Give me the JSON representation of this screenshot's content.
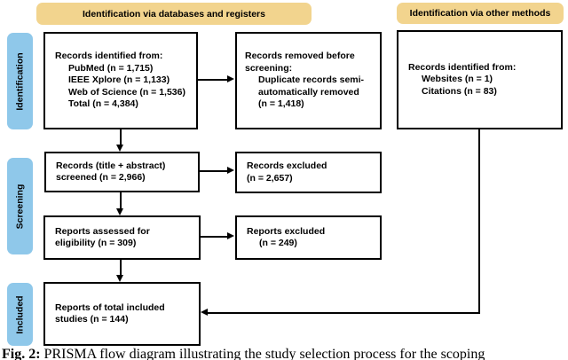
{
  "headers": {
    "databases_registers": "Identification via databases and registers",
    "other_methods": "Identification via other methods"
  },
  "stages": {
    "identification": "Identification",
    "screening": "Screening",
    "included": "Included"
  },
  "boxes": {
    "records_identified_db": {
      "lines": [
        "Records identified from:",
        "PubMed (n = 1,715)",
        "IEEE Xplore (n = 1,133)",
        "Web of Science (n = 1,536)",
        "Total (n = 4,384)"
      ]
    },
    "records_removed": {
      "lines": [
        "Records removed before",
        "screening:",
        "Duplicate records semi-",
        "automatically removed",
        "(n = 1,418)"
      ]
    },
    "records_identified_other": {
      "lines": [
        "Records identified from:",
        "Websites (n = 1)",
        "Citations (n = 83)"
      ]
    },
    "records_screened": {
      "lines": [
        "Records (title + abstract)",
        "screened (n = 2,966)"
      ]
    },
    "records_excluded": {
      "lines": [
        "Records excluded",
        "(n = 2,657)"
      ]
    },
    "reports_assessed": {
      "lines": [
        "Reports assessed for",
        "eligibility (n = 309)"
      ]
    },
    "reports_excluded": {
      "lines": [
        "Reports excluded",
        "(n = 249)"
      ]
    },
    "reports_included": {
      "lines": [
        "Reports of total included",
        "studies (n = 144)"
      ]
    }
  },
  "caption": {
    "label": "Fig. 2:",
    "text": " PRISMA flow diagram illustrating the study selection process for the scoping"
  },
  "colors": {
    "header_fill": "#F2D48E",
    "stage_fill": "#8FC8EA",
    "line_color": "#000000"
  }
}
